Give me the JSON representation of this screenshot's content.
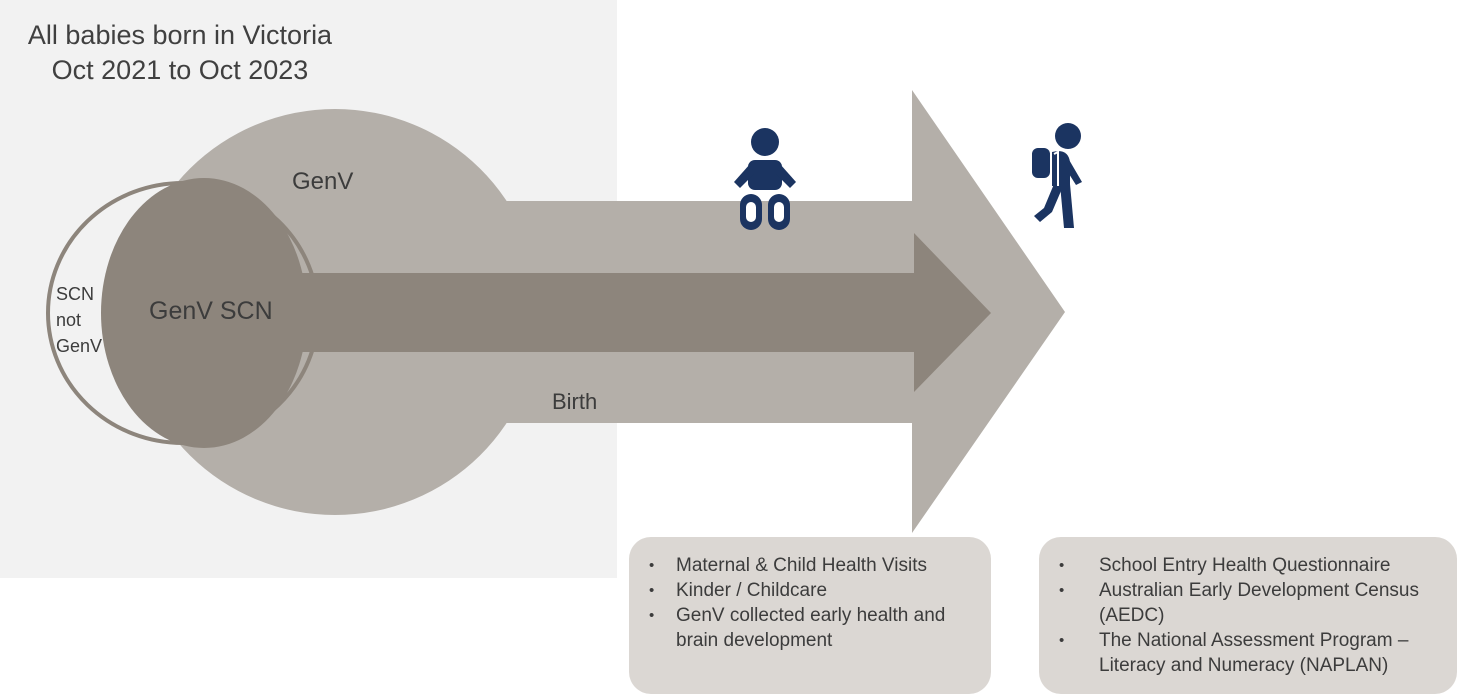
{
  "title": {
    "line1": "All babies born in Victoria",
    "line2": "Oct 2021 to Oct 2023"
  },
  "labels": {
    "genv": "GenV",
    "genv_scn": "GenV SCN",
    "birth": "Birth",
    "scn_not_genv": [
      "SCN",
      "not",
      "GenV"
    ]
  },
  "icons": {
    "baby": "baby-icon",
    "schoolchild": "schoolchild-icon"
  },
  "colors": {
    "panel": "#f2f2f2",
    "large_shape": "#b4afa9",
    "inner_shape": "#8d857c",
    "icon": "#1b3461",
    "box": "#dbd7d3"
  },
  "early_childhood_box": {
    "items": [
      "Maternal & Child Health Visits",
      "Kinder / Childcare",
      "GenV collected early health and brain development"
    ]
  },
  "school_box": {
    "items": [
      "School Entry Health Questionnaire",
      "Australian Early Development Census (AEDC)",
      "The National Assessment Program – Literacy and Numeracy (NAPLAN)"
    ]
  }
}
